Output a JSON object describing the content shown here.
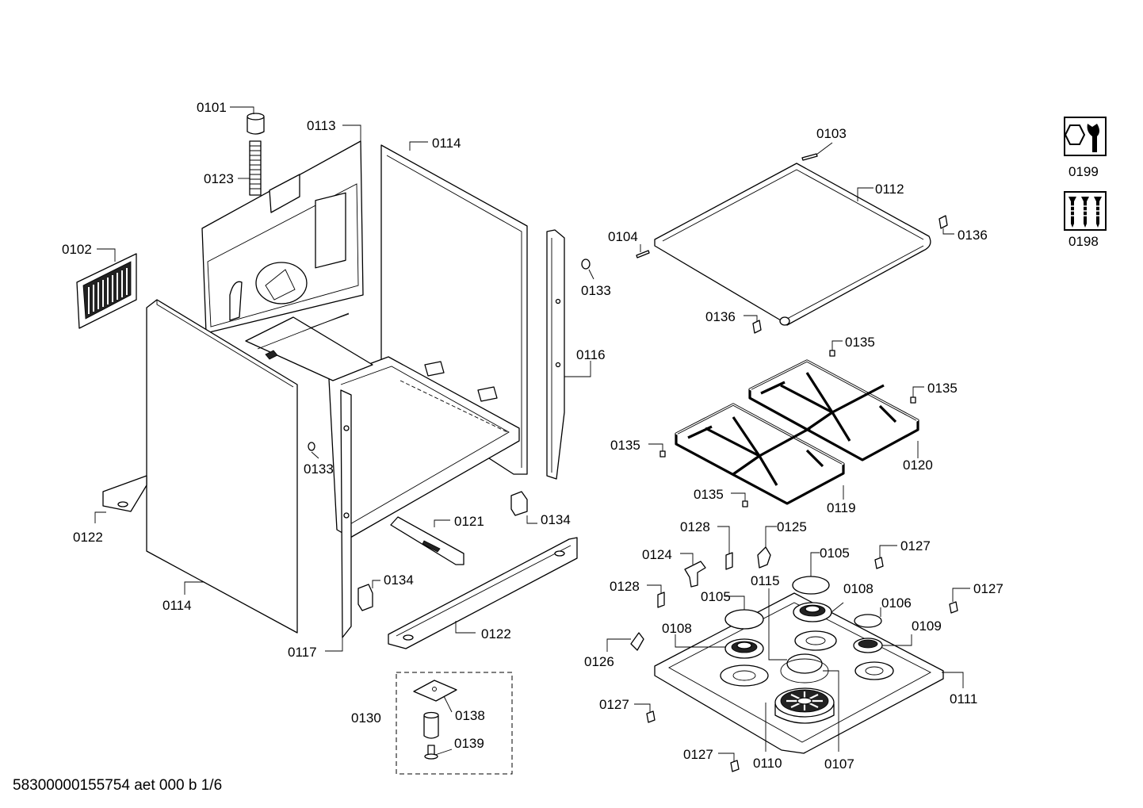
{
  "document_id": "58300000155754 aet 000 b 1/6",
  "labels": {
    "l0101": "0101",
    "l0123": "0123",
    "l0113": "0113",
    "l0114_top": "0114",
    "l0102": "0102",
    "l0133_a": "0133",
    "l0116": "0116",
    "l0133_b": "0133",
    "l0122_a": "0122",
    "l0114_bottom": "0114",
    "l0121": "0121",
    "l0134_a": "0134",
    "l0134_b": "0134",
    "l0117": "0117",
    "l0122_b": "0122",
    "l0130": "0130",
    "l0138": "0138",
    "l0139": "0139",
    "l0103": "0103",
    "l0112": "0112",
    "l0104": "0104",
    "l0136_a": "0136",
    "l0136_b": "0136",
    "l0135_a": "0135",
    "l0135_b": "0135",
    "l0135_c": "0135",
    "l0135_d": "0135",
    "l0120": "0120",
    "l0119": "0119",
    "l0128_a": "0128",
    "l0125": "0125",
    "l0124": "0124",
    "l0105_a": "0105",
    "l0127_a": "0127",
    "l0115": "0115",
    "l0108_a": "0108",
    "l0128_b": "0128",
    "l0105_b": "0105",
    "l0106": "0106",
    "l0127_b": "0127",
    "l0108_b": "0108",
    "l0109": "0109",
    "l0126": "0126",
    "l0111": "0111",
    "l0127_c": "0127",
    "l0127_d": "0127",
    "l0110": "0110",
    "l0107": "0107",
    "l0199": "0199",
    "l0198": "0198"
  },
  "icons": {
    "service_tool": "wrench-icon",
    "screw_set": "screws-icon"
  }
}
